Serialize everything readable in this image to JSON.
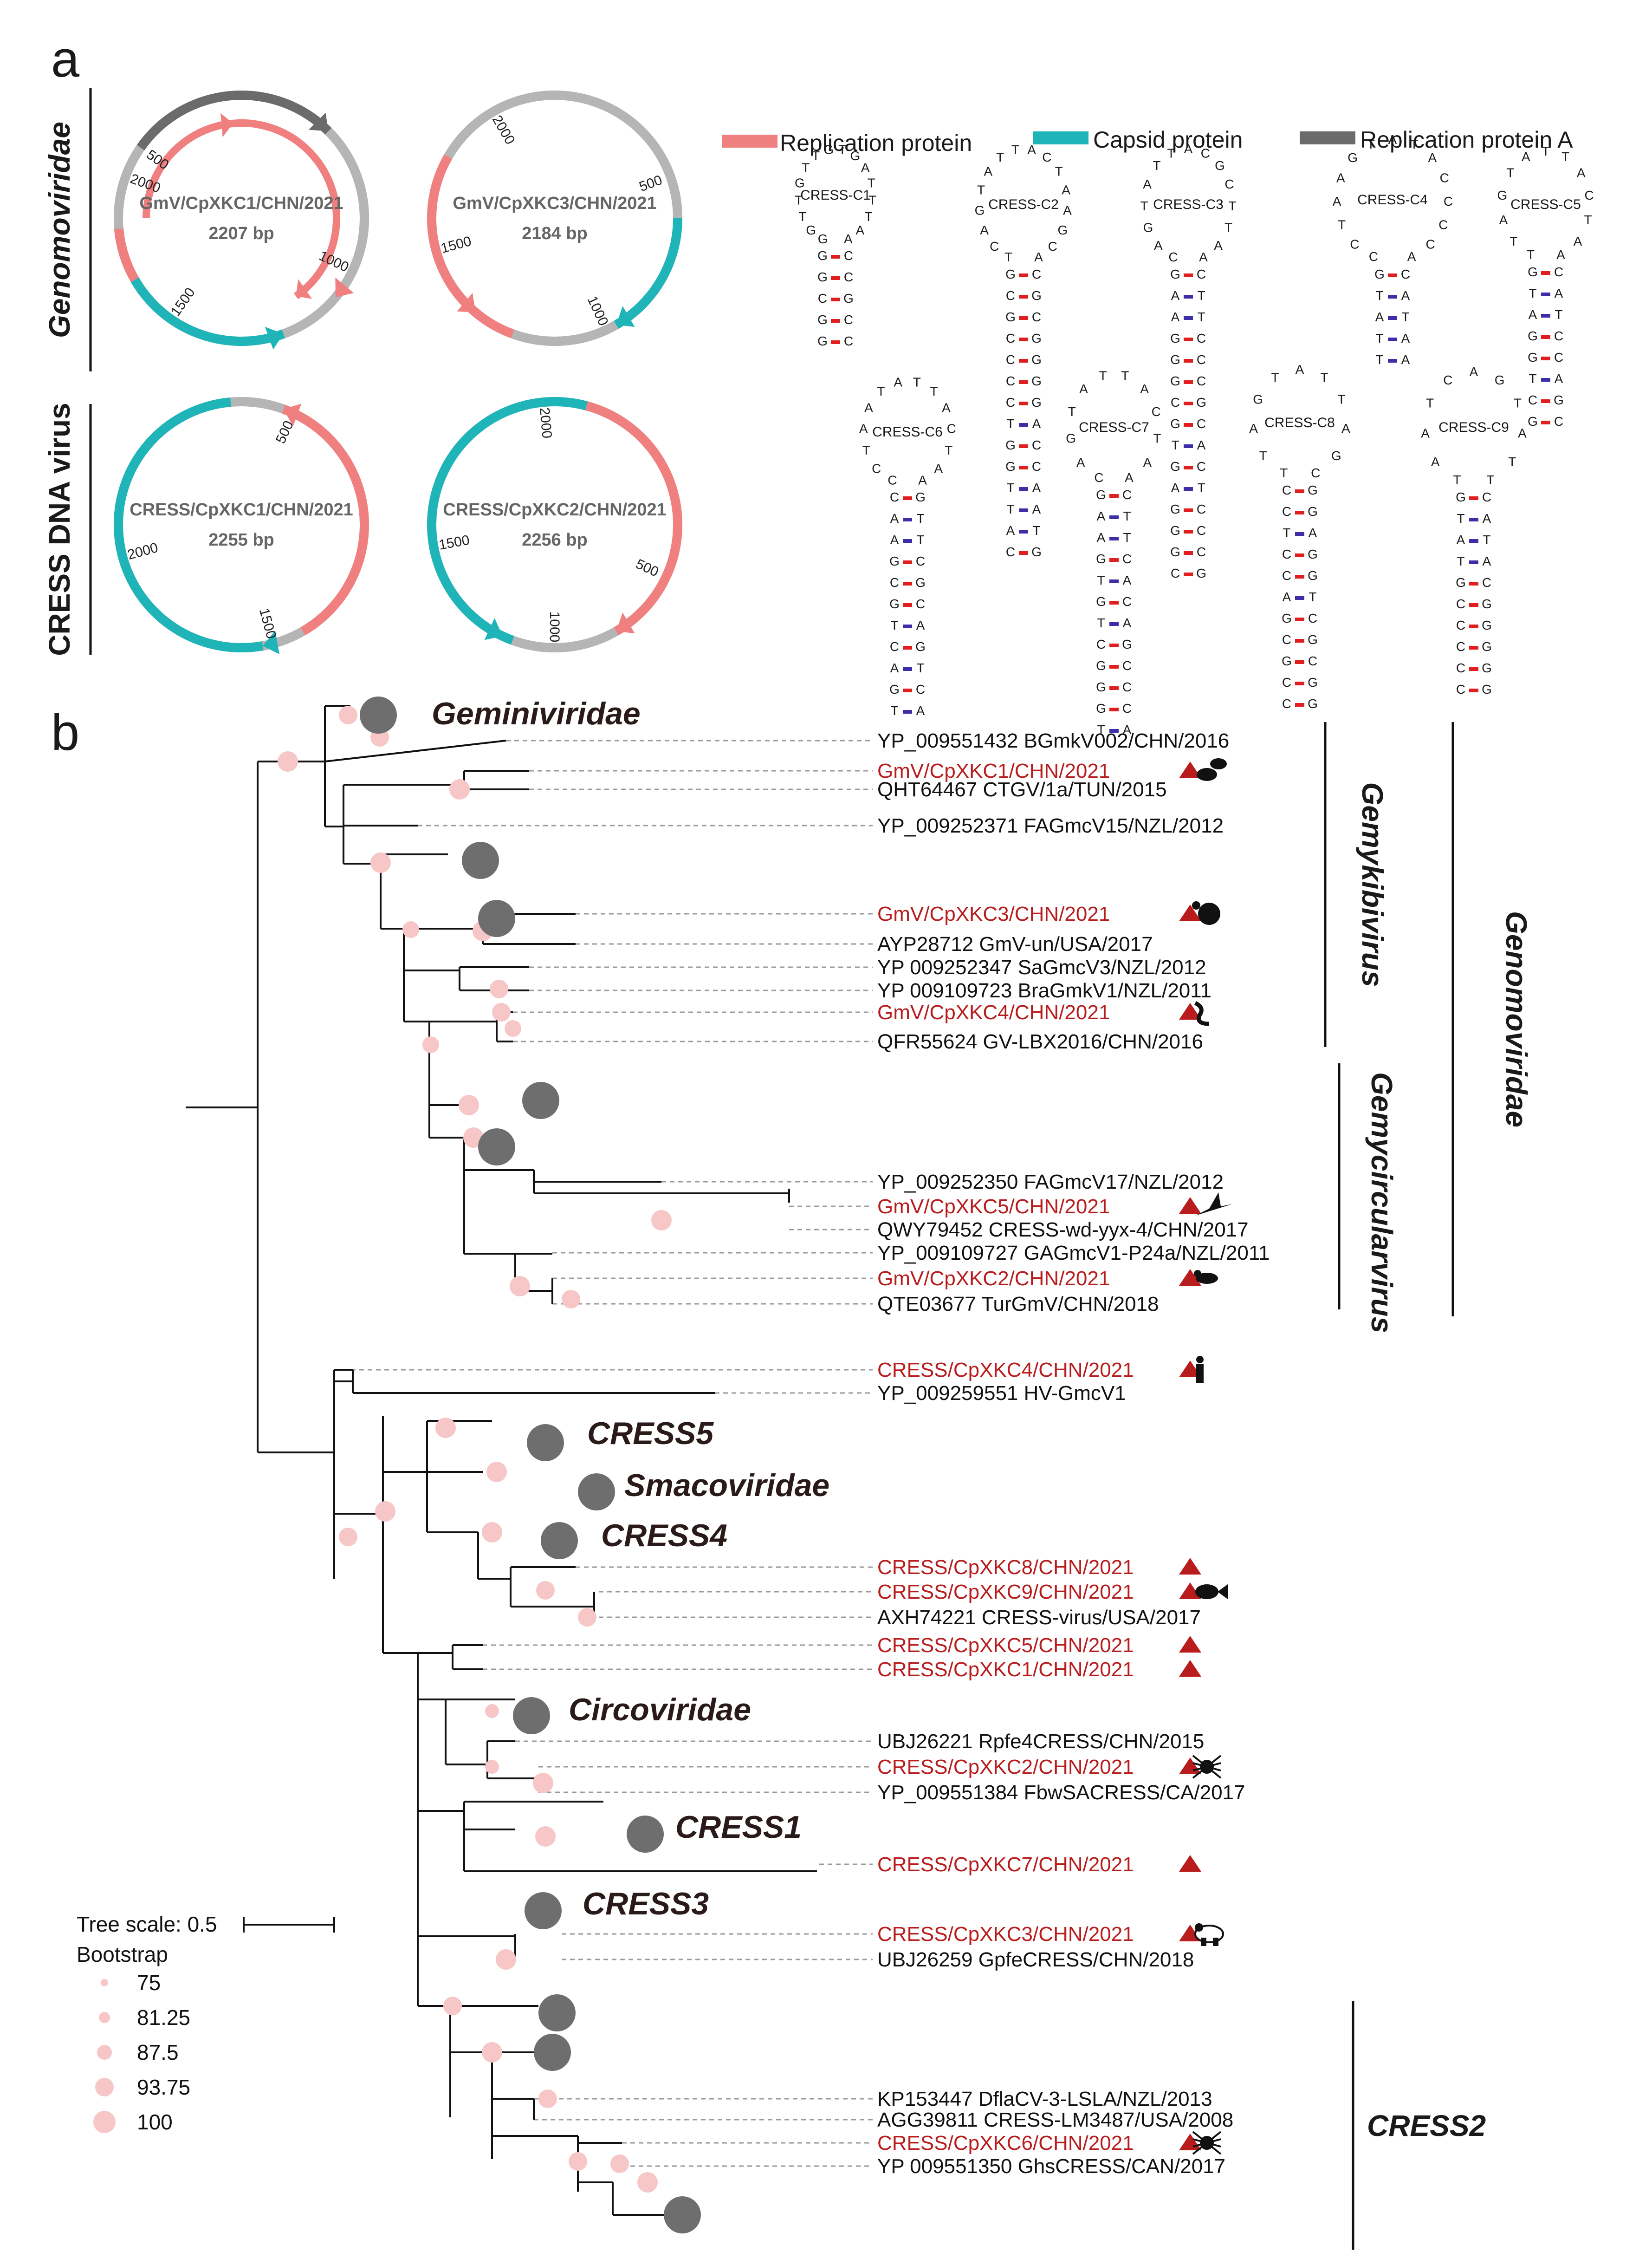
{
  "panel_a": {
    "letter": "a",
    "side_labels": [
      {
        "text": "Genomoviridae",
        "italic": true
      },
      {
        "text": "CRESS DNA virus",
        "italic": false
      }
    ],
    "legend": [
      {
        "label": "Replication protein",
        "color": "#f08080"
      },
      {
        "label": "Capsid protein",
        "color": "#1fb5b8"
      },
      {
        "label": "Replication protein A",
        "color": "#6b6b6b"
      }
    ],
    "genomes": [
      {
        "name": "GmV/CpXKC1/CHN/2021",
        "size": "2207 bp",
        "ticks": [
          "500",
          "1000",
          "1500",
          "2000"
        ]
      },
      {
        "name": "GmV/CpXKC3/CHN/2021",
        "size": "2184 bp",
        "ticks": [
          "500",
          "1000",
          "1500",
          "2000"
        ]
      },
      {
        "name": "CRESS/CpXKC1/CHN/2021",
        "size": "2255 bp",
        "ticks": [
          "500",
          "1500",
          "2000"
        ]
      },
      {
        "name": "CRESS/CpXKC2/CHN/2021",
        "size": "2256 bp",
        "ticks": [
          "500",
          "1000",
          "1500",
          "2000"
        ]
      }
    ],
    "hairpins": [
      {
        "name": "CRESS-C1",
        "loop": "GGTTGTTGTGATTTAA",
        "stem": [
          "G-C",
          "G-C",
          "C-G",
          "G-C",
          "G-C"
        ]
      },
      {
        "name": "CRESS-C2",
        "loop": "TCAGTATTACTAAGCA",
        "stem": [
          "G-C",
          "C-G",
          "G-C",
          "C-G",
          "C-G",
          "C-G",
          "C-G",
          "T-A",
          "G-C",
          "G-C",
          "T-A",
          "T-A",
          "A-T",
          "C-G"
        ]
      },
      {
        "name": "CRESS-C3",
        "loop": "CAGTATTACGCTTAA",
        "stem": [
          "G-C",
          "A-T",
          "A-T",
          "G-C",
          "G-C",
          "G-C",
          "C-G",
          "G-C",
          "T-A",
          "G-C",
          "A-T",
          "G-C",
          "G-C",
          "G-C",
          "C-G"
        ]
      },
      {
        "name": "CRESS-C4",
        "loop": "CCTAAGTATACCCCA",
        "stem": [
          "G-C",
          "T-A",
          "A-T",
          "T-A",
          "T-A"
        ]
      },
      {
        "name": "CRESS-C5",
        "loop": "TTAGTATTACTAA",
        "stem": [
          "G-C",
          "T-A",
          "A-T",
          "G-C",
          "G-C",
          "T-A",
          "C-G",
          "G-C"
        ]
      },
      {
        "name": "CRESS-C6",
        "loop": "CCTAATATTACTAA",
        "stem": [
          "C-G",
          "A-T",
          "A-T",
          "G-C",
          "C-G",
          "G-C",
          "T-A",
          "C-G",
          "A-T",
          "G-C",
          "T-A"
        ]
      },
      {
        "name": "CRESS-C7",
        "loop": "CAGTATTACTAA",
        "stem": [
          "G-C",
          "A-T",
          "A-T",
          "G-C",
          "T-A",
          "G-C",
          "T-A",
          "C-G",
          "G-C",
          "G-C",
          "G-C",
          "T-A"
        ]
      },
      {
        "name": "CRESS-C8",
        "loop": "TTAGTATTAGC",
        "stem": [
          "C-G",
          "C-G",
          "T-A",
          "C-G",
          "C-G",
          "A-T",
          "G-C",
          "C-G",
          "G-C",
          "C-G",
          "C-G"
        ]
      },
      {
        "name": "CRESS-C9",
        "loop": "TAATCAGTATT",
        "stem": [
          "G-C",
          "T-A",
          "A-T",
          "T-A",
          "G-C",
          "C-G",
          "C-G",
          "C-G",
          "C-G",
          "C-G"
        ]
      }
    ]
  },
  "panel_b": {
    "letter": "b",
    "taxa": [
      {
        "label": "YP_009551432 BGmkV002/CHN/2016",
        "highlight": false,
        "icon": ""
      },
      {
        "label": "GmV/CpXKC1/CHN/2021",
        "highlight": true,
        "icon": "leaf-icon"
      },
      {
        "label": "QHT64467 CTGV/1a/TUN/2015",
        "highlight": false,
        "icon": ""
      },
      {
        "label": "YP_009252371 FAGmcV15/NZL/2012",
        "highlight": false,
        "icon": ""
      },
      {
        "label": "GmV/CpXKC3/CHN/2021",
        "highlight": true,
        "icon": "turkey-icon"
      },
      {
        "label": "AYP28712 GmV-un/USA/2017",
        "highlight": false,
        "icon": ""
      },
      {
        "label": "YP 009252347 SaGmcV3/NZL/2012",
        "highlight": false,
        "icon": ""
      },
      {
        "label": "YP 009109723 BraGmkV1/NZL/2011",
        "highlight": false,
        "icon": ""
      },
      {
        "label": "GmV/CpXKC4/CHN/2021",
        "highlight": true,
        "icon": "worm-icon"
      },
      {
        "label": "QFR55624 GV-LBX2016/CHN/2016",
        "highlight": false,
        "icon": ""
      },
      {
        "label": "YP_009252350 FAGmcV17/NZL/2012",
        "highlight": false,
        "icon": ""
      },
      {
        "label": "GmV/CpXKC5/CHN/2021",
        "highlight": true,
        "icon": "bird-icon"
      },
      {
        "label": "QWY79452 CRESS-wd-yyx-4/CHN/2017",
        "highlight": false,
        "icon": ""
      },
      {
        "label": "YP_009109727 GAGmcV1-P24a/NZL/2011",
        "highlight": false,
        "icon": ""
      },
      {
        "label": "GmV/CpXKC2/CHN/2021",
        "highlight": true,
        "icon": "small-bird-icon"
      },
      {
        "label": "QTE03677 TurGmV/CHN/2018",
        "highlight": false,
        "icon": ""
      },
      {
        "label": "CRESS/CpXKC4/CHN/2021",
        "highlight": true,
        "icon": "human-icon"
      },
      {
        "label": "YP_009259551  HV-GmcV1",
        "highlight": false,
        "icon": ""
      },
      {
        "label": "CRESS/CpXKC8/CHN/2021",
        "highlight": true,
        "icon": ""
      },
      {
        "label": "CRESS/CpXKC9/CHN/2021",
        "highlight": true,
        "icon": "fish-icon"
      },
      {
        "label": "AXH74221 CRESS-virus/USA/2017",
        "highlight": false,
        "icon": ""
      },
      {
        "label": "CRESS/CpXKC5/CHN/2021",
        "highlight": true,
        "icon": ""
      },
      {
        "label": "CRESS/CpXKC1/CHN/2021",
        "highlight": true,
        "icon": ""
      },
      {
        "label": "UBJ26221 Rpfe4CRESS/CHN/2015",
        "highlight": false,
        "icon": ""
      },
      {
        "label": "CRESS/CpXKC2/CHN/2021",
        "highlight": true,
        "icon": "spider-icon"
      },
      {
        "label": "YP_009551384 FbwSACRESS/CA/2017",
        "highlight": false,
        "icon": ""
      },
      {
        "label": "CRESS/CpXKC7/CHN/2021",
        "highlight": true,
        "icon": ""
      },
      {
        "label": "CRESS/CpXKC3/CHN/2021",
        "highlight": true,
        "icon": "panda-icon"
      },
      {
        "label": "UBJ26259 GpfeCRESS/CHN/2018",
        "highlight": false,
        "icon": ""
      },
      {
        "label": "KP153447 DflaCV-3-LSLA/NZL/2013",
        "highlight": false,
        "icon": ""
      },
      {
        "label": "AGG39811 CRESS-LM3487/USA/2008",
        "highlight": false,
        "icon": ""
      },
      {
        "label": "CRESS/CpXKC6/CHN/2021",
        "highlight": true,
        "icon": "spider-icon"
      },
      {
        "label": "YP 009551350 GhsCRESS/CAN/2017",
        "highlight": false,
        "icon": ""
      }
    ],
    "collapsed_clades": [
      "Geminiviridae",
      "CRESS5",
      "Smacoviridae",
      "CRESS4",
      "Circoviridae",
      "CRESS1",
      "CRESS3"
    ],
    "groups": {
      "genus_1": "Gemykibivirus",
      "genus_2": "Gemycircularvirus",
      "family": "Genomoviridae",
      "cress2": "CRESS2"
    },
    "scale": {
      "label": "Tree scale: 0.5"
    },
    "bootstrap_legend": {
      "title": "Bootstrap",
      "values": [
        "75",
        "81.25",
        "87.5",
        "93.75",
        "100"
      ]
    },
    "colors": {
      "highlight": "#b81c1c",
      "node": "#f7c6c6",
      "clade": "#6e6e6e"
    }
  }
}
